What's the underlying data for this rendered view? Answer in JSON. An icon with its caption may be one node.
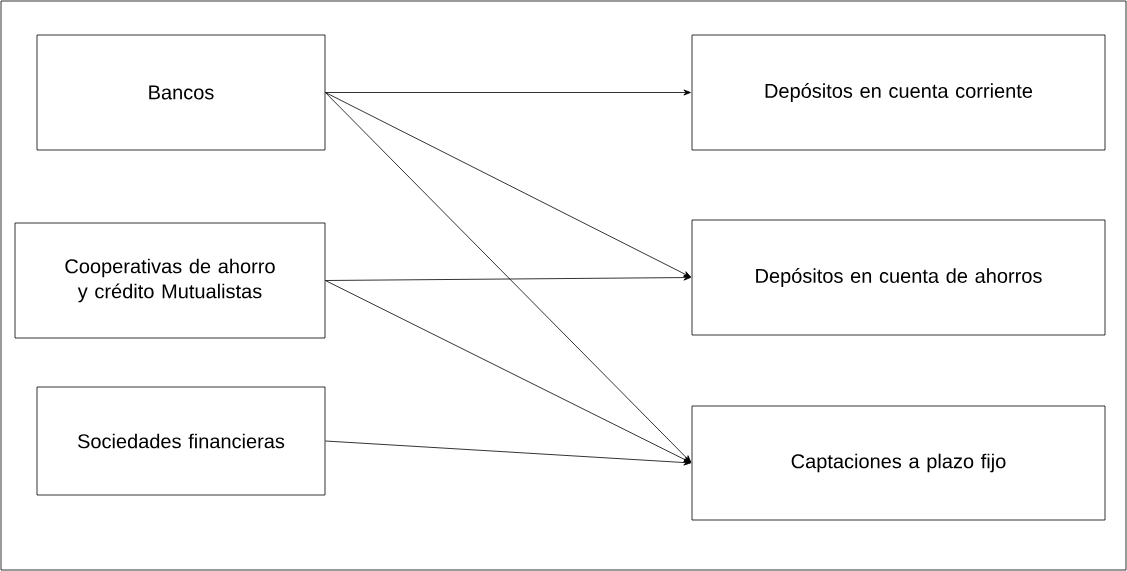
{
  "diagram": {
    "nodes": [
      {
        "text": [
          "Bancos"
        ]
      },
      {
        "text": [
          "Cooperativas de ahorro y crédito Mutualistas"
        ]
      },
      {
        "text": [
          "Sociedades financieras"
        ]
      },
      {
        "text": [
          "Depósitos en cuenta corriente"
        ]
      },
      {
        "text": [
          "Depósitos en cuenta de ahorros"
        ]
      },
      {
        "text": [
          "Captaciones a plazo fijo"
        ]
      }
    ],
    "edges": [
      {
        "from": 0,
        "to": 3,
        "arrow": "to"
      },
      {
        "from": 0,
        "to": 4,
        "arrow": "to"
      },
      {
        "from": 0,
        "to": 5,
        "arrow": "to"
      },
      {
        "from": 1,
        "to": 4,
        "arrow": "to"
      },
      {
        "from": 1,
        "to": 5,
        "arrow": "to"
      },
      {
        "from": 2,
        "to": 5,
        "arrow": "to"
      }
    ]
  }
}
